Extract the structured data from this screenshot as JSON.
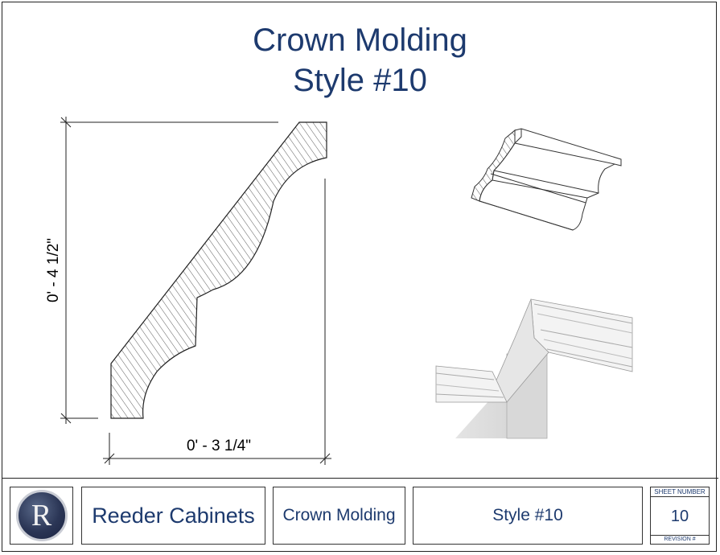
{
  "title": {
    "line1": "Crown Molding",
    "line2": "Style #10"
  },
  "dimensions": {
    "height": "0' - 4 1/2\"",
    "width": "0' - 3 1/4\""
  },
  "title_block": {
    "logo_letter": "R",
    "company": "Reeder Cabinets",
    "sheet_name": "Crown Molding",
    "style": "Style #10",
    "sheet_number_label": "SHEET NUMBER",
    "sheet_number": "10",
    "revision_label": "REVISION #"
  },
  "colors": {
    "title_blue": "#1d3a6e"
  }
}
